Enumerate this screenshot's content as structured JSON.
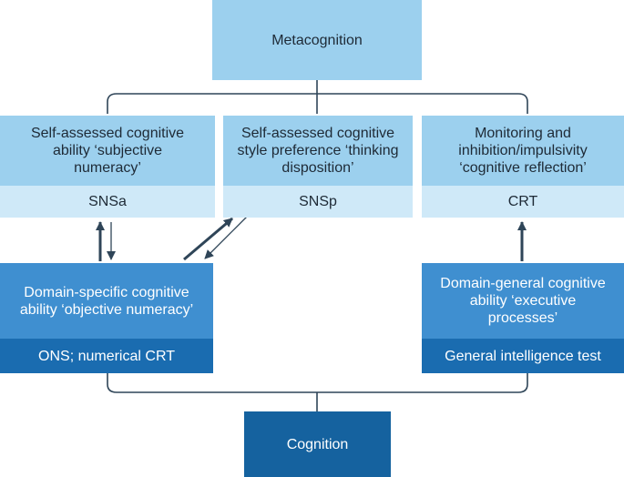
{
  "top": {
    "label": "Metacognition"
  },
  "bottom": {
    "label": "Cognition"
  },
  "upper_boxes": [
    {
      "title": "Self-assessed cognitive ability ‘subjective numeracy’",
      "measure": "SNSa"
    },
    {
      "title": "Self-assessed cognitive style preference ‘thinking disposition’",
      "measure": "SNSp"
    },
    {
      "title": "Monitoring and inhibition/impulsivity ‘cognitive reflection’",
      "measure": "CRT"
    }
  ],
  "lower_boxes": [
    {
      "title": "Domain-specific cognitive ability ‘objective numeracy’",
      "measure": "ONS; numerical CRT"
    },
    {
      "title": "Domain-general cognitive ability ‘executive processes’",
      "measure": "General intelligence test"
    }
  ],
  "colors": {
    "light": "#9cd0ee",
    "lighter": "#cfe9f8",
    "mid": "#3f8fd0",
    "dark": "#1a6cb0",
    "line": "#2f4558"
  }
}
